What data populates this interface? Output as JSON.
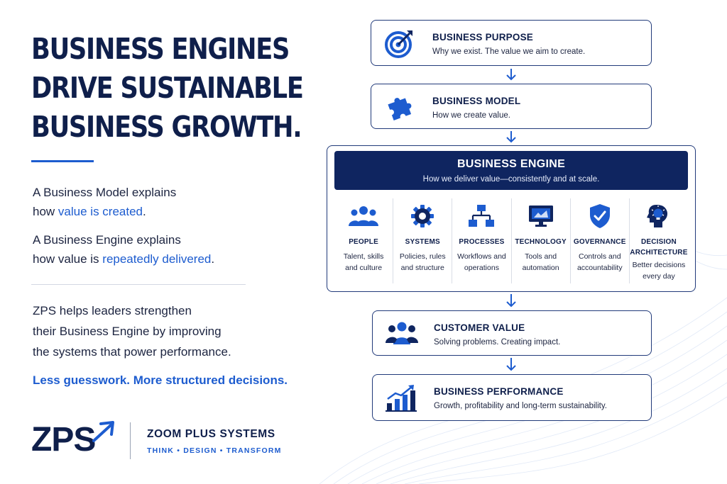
{
  "headline": [
    "BUSINESS ENGINES",
    "DRIVE SUSTAINABLE",
    "BUSINESS GROWTH."
  ],
  "para1": {
    "line1": "A Business Model explains",
    "line2_pre": "how ",
    "line2_hl": "value is created",
    "line2_post": "."
  },
  "para2": {
    "line1": "A Business Engine explains",
    "line2_pre": "how value is ",
    "line2_hl": "repeatedly delivered",
    "line2_post": "."
  },
  "para3": [
    "ZPS helps leaders strengthen",
    "their Business Engine by improving",
    "the systems that power performance."
  ],
  "tagline": "Less guesswork. More structured decisions.",
  "logo": {
    "mark": "ZPS",
    "name": "ZOOM PLUS SYSTEMS",
    "tag": "THINK  •  DESIGN  •  TRANSFORM"
  },
  "flow": {
    "purpose": {
      "title": "BUSINESS PURPOSE",
      "desc": "Why we exist. The value we aim to create.",
      "icon": "target-icon"
    },
    "model": {
      "title": "BUSINESS MODEL",
      "desc": "How we create value.",
      "icon": "puzzle-icon"
    },
    "engine": {
      "title": "BUSINESS ENGINE",
      "desc": "How we deliver value—consistently and at scale.",
      "pillars": [
        {
          "title": "PEOPLE",
          "desc": [
            "Talent, skills",
            "and culture"
          ],
          "icon": "people-icon"
        },
        {
          "title": "SYSTEMS",
          "desc": [
            "Policies, rules",
            "and structure"
          ],
          "icon": "gear-icon"
        },
        {
          "title": "PROCESSES",
          "desc": [
            "Workflows and",
            "operations"
          ],
          "icon": "flowchart-icon"
        },
        {
          "title": "TECHNOLOGY",
          "desc": [
            "Tools and",
            "automation"
          ],
          "icon": "monitor-icon"
        },
        {
          "title": "GOVERNANCE",
          "desc": [
            "Controls and",
            "accountability"
          ],
          "icon": "shield-check-icon"
        },
        {
          "title": "DECISION ARCHITECTURE",
          "title_lines": [
            "DECISION",
            "ARCHITECTURE"
          ],
          "desc": [
            "Better decisions",
            "every day"
          ],
          "icon": "brain-bulb-icon"
        }
      ]
    },
    "customer": {
      "title": "CUSTOMER VALUE",
      "desc": "Solving problems. Creating impact.",
      "icon": "customers-icon"
    },
    "performance": {
      "title": "BUSINESS PERFORMANCE",
      "desc": "Growth, profitability and long-term sustainability.",
      "icon": "growth-chart-icon"
    }
  },
  "colors": {
    "navy": "#0f1f4b",
    "accent": "#1d5ccf",
    "engine_header": "#0f2560"
  }
}
